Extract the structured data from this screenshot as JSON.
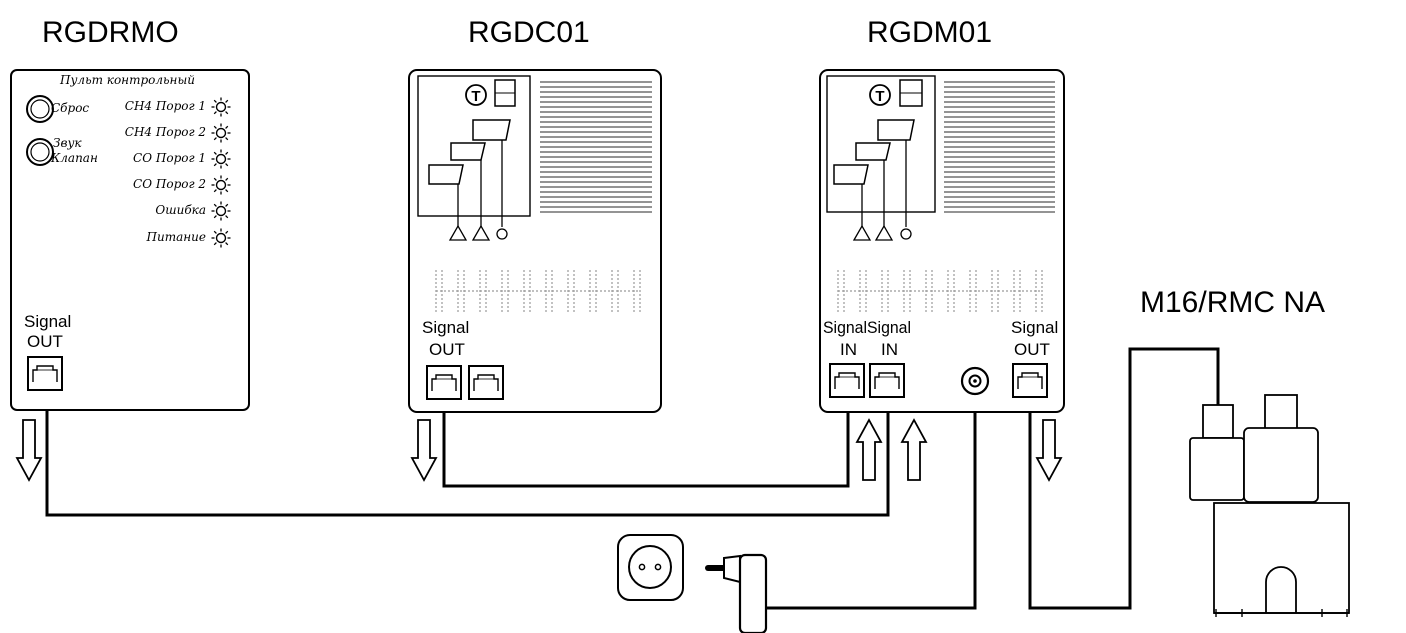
{
  "devices": {
    "rgdrmo": {
      "title": "RGDRMO",
      "panel_title": "Пульт контрольный",
      "buttons": [
        "Сброс",
        "Звук",
        "Клапан"
      ],
      "indicators": [
        "CH4 Порог 1",
        "CH4 Порог 2",
        "CO Порог 1",
        "CO Порог 2",
        "Ошибка",
        "Питание"
      ],
      "port": {
        "label": "Signal",
        "direction": "OUT"
      }
    },
    "rgdc01": {
      "title": "RGDC01",
      "display_letter": "T",
      "port": {
        "label": "Signal",
        "direction": "OUT"
      }
    },
    "rgdm01": {
      "title": "RGDM01",
      "display_letter": "T",
      "ports": [
        {
          "label": "Signal",
          "direction": "IN"
        },
        {
          "label": "Signal",
          "direction": "IN"
        },
        {
          "label": "Signal",
          "direction": "OUT"
        }
      ]
    },
    "valve": {
      "title": "M16/RMC NA"
    }
  }
}
